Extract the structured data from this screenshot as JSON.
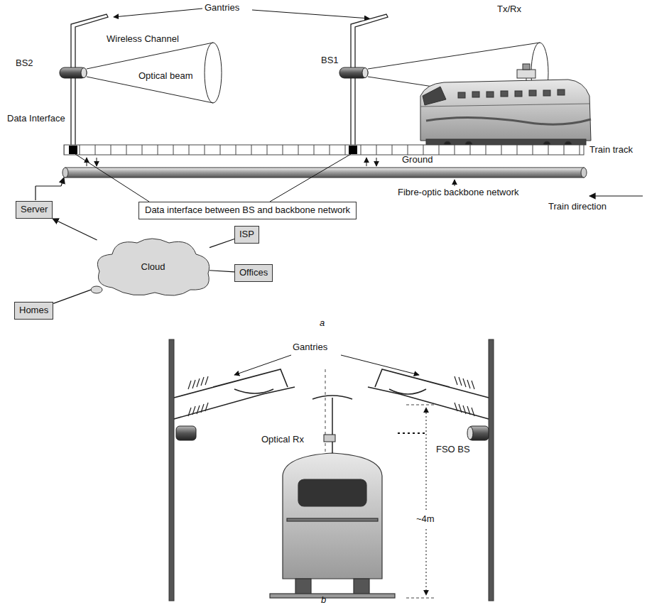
{
  "diagram": {
    "nodes": [
      {
        "text": [
          "Server"
        ]
      },
      {
        "text": [
          "Cloud"
        ]
      },
      {
        "text": [
          "ISP"
        ]
      },
      {
        "text": [
          "Offices"
        ]
      },
      {
        "text": [
          "Homes"
        ]
      },
      {
        "text": [
          "Data interface between BS and backbone network"
        ]
      }
    ],
    "edges": [
      {
        "from": 1,
        "to": 0,
        "arrow": "to"
      },
      {
        "from": 2,
        "to": 1,
        "arrow": "none"
      },
      {
        "from": 3,
        "to": 1,
        "arrow": "none"
      },
      {
        "from": 4,
        "to": 1,
        "arrow": "none"
      }
    ],
    "labels": [
      "Gantries",
      "Wireless Channel",
      "Optical beam",
      "BS2",
      "BS1",
      "Tx/Rx",
      "Data Interface",
      "Train track",
      "Ground",
      "Fibre-optic backbone network",
      "Train direction",
      "a",
      "Gantries",
      "Optical Rx",
      "FSO BS",
      "~4m",
      "b"
    ]
  }
}
